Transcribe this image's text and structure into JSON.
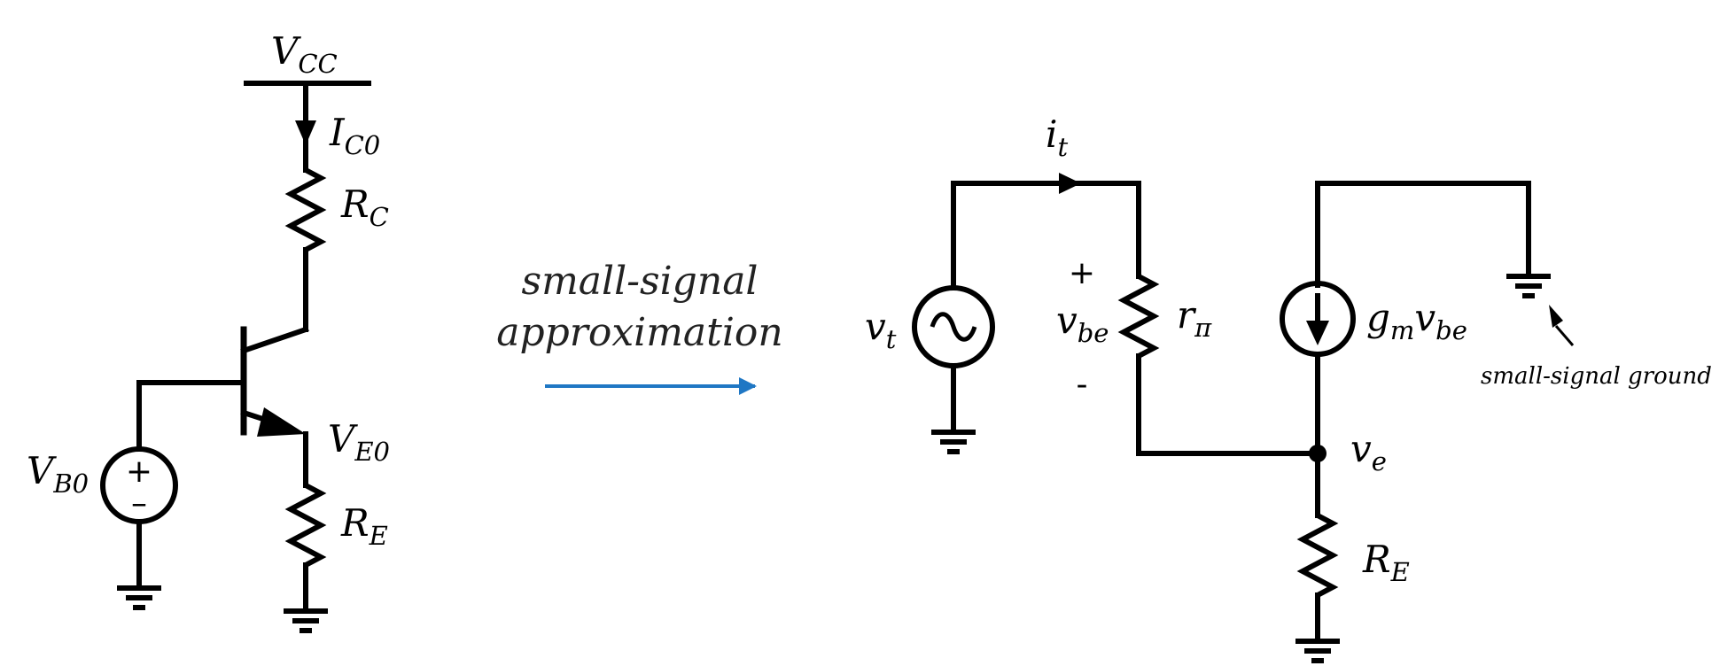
{
  "left_circuit": {
    "vcc": {
      "main": "V",
      "sub": "CC"
    },
    "ic0": {
      "main": "I",
      "sub": "C0"
    },
    "rc": {
      "main": "R",
      "sub": "C"
    },
    "ve0": {
      "main": "V",
      "sub": "E0"
    },
    "vb0": {
      "main": "V",
      "sub": "B0"
    },
    "re": {
      "main": "R",
      "sub": "E"
    },
    "source_plus": "+",
    "source_minus": "–"
  },
  "transform": {
    "line1": "small-signal",
    "line2": "approximation",
    "arrow_color": "#1f77c4"
  },
  "right_circuit": {
    "it": {
      "main": "i",
      "sub": "t"
    },
    "vt": {
      "main": "v",
      "sub": "t"
    },
    "vbe": {
      "main": "v",
      "sub": "be"
    },
    "plus": "+",
    "minus": "-",
    "rpi": {
      "main": "r",
      "sub": "π"
    },
    "gm_vbe": {
      "main1": "g",
      "sub1": "m",
      "main2": "v",
      "sub2": "be"
    },
    "ve": {
      "main": "v",
      "sub": "e"
    },
    "re": {
      "main": "R",
      "sub": "E"
    },
    "ground_note": "small-signal ground"
  }
}
